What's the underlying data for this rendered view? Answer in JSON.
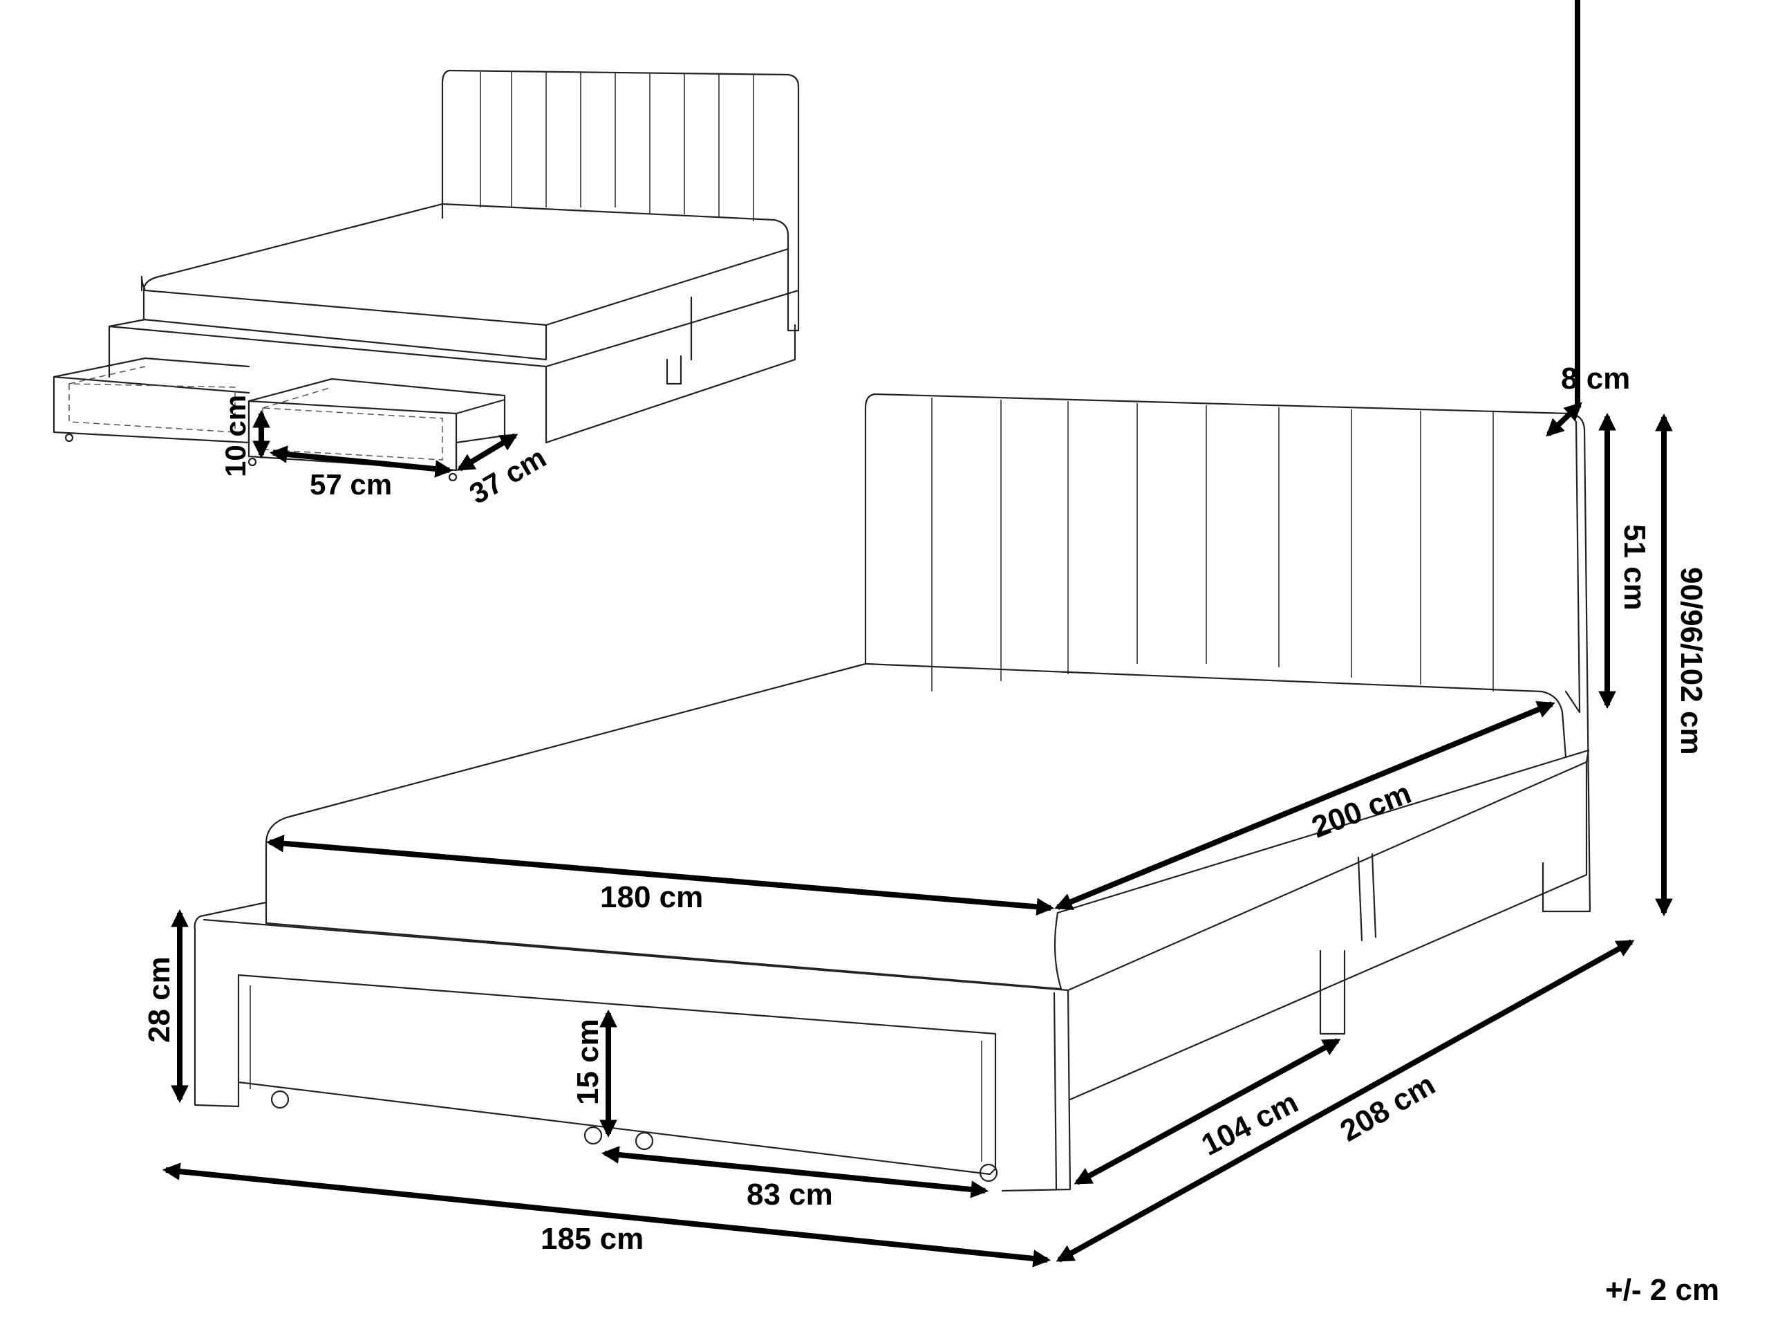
{
  "dimensions": {
    "small_drawer_height": "10 cm",
    "small_drawer_width": "57 cm",
    "small_drawer_depth": "37 cm",
    "headboard_thickness": "8 cm",
    "headboard_height": "51 cm",
    "total_height": "90/96/102 cm",
    "mattress_length": "200 cm",
    "mattress_width": "180 cm",
    "frame_height": "28 cm",
    "drawer_height": "15 cm",
    "drawer_width": "83 cm",
    "drawer_depth": "104 cm",
    "total_length": "208 cm",
    "total_width": "185 cm"
  },
  "tolerance": "+/- 2 cm"
}
